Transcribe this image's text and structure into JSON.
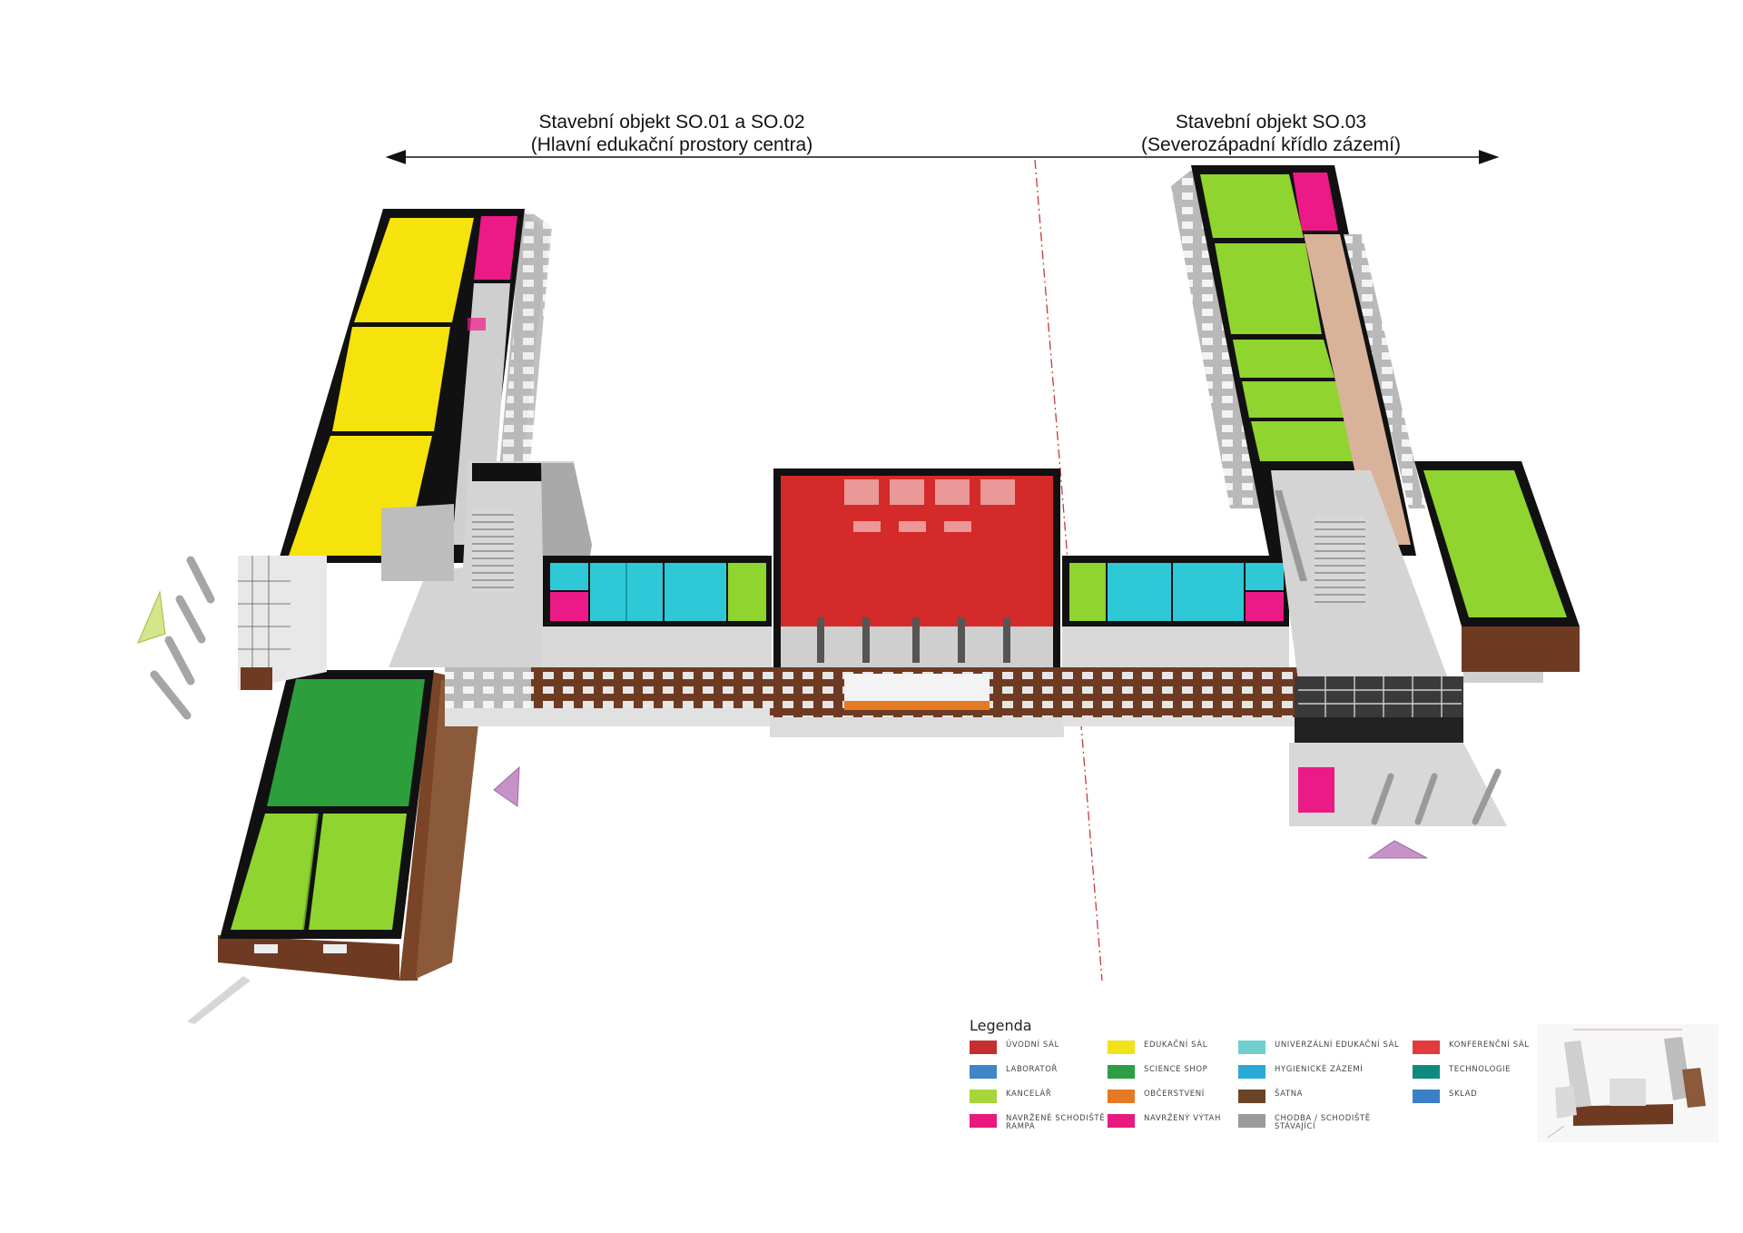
{
  "headers": {
    "left_line1": "Stavební objekt SO.01 a SO.02",
    "left_line2": "(Hlavní edukační prostory centra)",
    "right_line1": "Stavební objekt SO.03",
    "right_line2": "(Severozápadní křídlo zázemí)"
  },
  "legend": {
    "title": "Legenda",
    "items": [
      {
        "label": "ÚVODNÍ SÁL",
        "color": "#c62f2f"
      },
      {
        "label": "LABORATOŘ",
        "color": "#3f86c9"
      },
      {
        "label": "KANCELÁŘ",
        "color": "#a6d63a"
      },
      {
        "label": "NAVRŽENÉ SCHODIŠTĚ RAMPA",
        "color": "#e8197e"
      },
      {
        "label": "EDUKAČNÍ SÁL",
        "color": "#f2e21a"
      },
      {
        "label": "SCIENCE SHOP",
        "color": "#2e9e44"
      },
      {
        "label": "OBČERSTVENÍ",
        "color": "#e57a25"
      },
      {
        "label": "NAVRŽENÝ VÝTAH",
        "color": "#e8197e"
      },
      {
        "label": "UNIVERZÁLNÍ EDUKAČNÍ SÁL",
        "color": "#6fcfd0"
      },
      {
        "label": "HYGIENICKÉ ZÁZEMÍ",
        "color": "#29a9d6"
      },
      {
        "label": "ŠATNA",
        "color": "#6b4428"
      },
      {
        "label": "CHODBA / SCHODIŠTĚ STÁVAJÍCÍ",
        "color": "#9a9a9a"
      },
      {
        "label": "KONFERENČNÍ SÁL",
        "color": "#e23b3b"
      },
      {
        "label": "TECHNOLOGIE",
        "color": "#0f8a80"
      },
      {
        "label": "SKLAD",
        "color": "#3b7fc4"
      }
    ]
  },
  "colors": {
    "yellow": "#f6e20c",
    "magenta": "#ec1a86",
    "red": "#d42a2a",
    "cyan": "#2fc8d6",
    "lime": "#8fd42f",
    "green": "#2d9e3c",
    "brick": "#6e3b22",
    "grey": "#c8c8c8",
    "outline": "#111111"
  },
  "icons": [
    "entrance-arrow-icon",
    "section-dimension-arrow-icon",
    "building-thumbnail-icon"
  ]
}
